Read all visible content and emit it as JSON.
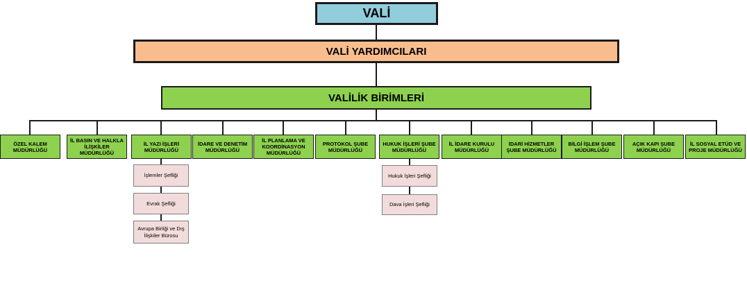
{
  "top": {
    "vali": "VALİ",
    "yardimcilar": "VALİ YARDIMCILARI",
    "birimler": "VALİLİK BİRİMLERİ"
  },
  "units": [
    {
      "label": "ÖZEL KALEM MÜDÜRLÜĞÜ"
    },
    {
      "label": "İL BASIN VE HALKLA İLİŞKİLER MÜDÜRLÜĞÜ"
    },
    {
      "label": "İL YAZI İŞLERİ MÜDÜRLÜĞÜ"
    },
    {
      "label": "İDARE VE DENETİM MÜDÜRLÜĞÜ"
    },
    {
      "label": "İL PLANLAMA VE KOORDİNASYON MÜDÜRLÜĞÜ"
    },
    {
      "label": "PROTOKOL ŞUBE MÜDÜRLÜĞÜ"
    },
    {
      "label": "HUKUK İŞLERİ ŞUBE MÜDÜRLÜĞÜ"
    },
    {
      "label": "İL İDARE KURULU MÜDÜRLÜĞÜ"
    },
    {
      "label": "İDARİ HİZMETLER ŞUBE MÜDÜRLÜĞÜ"
    },
    {
      "label": "BİLGİ İŞLEM ŞUBE MÜDÜRLÜĞÜ"
    },
    {
      "label": "AÇIK KAPI ŞUBE MÜDÜRLÜĞÜ"
    },
    {
      "label": "İL SOSYAL ETÜD VE PROJE MÜDÜRLÜĞÜ"
    }
  ],
  "sub_units": {
    "yazi_isleri": [
      {
        "label": "İşlemler Şefliği"
      },
      {
        "label": "Evrak Şefliği"
      },
      {
        "label": "Avrupa Birliği ve Dış İlişkiler Bürosu"
      }
    ],
    "hukuk_isleri": [
      {
        "label": "Hukuk İşleri Şefliği"
      },
      {
        "label": "Dava İşleri Şefliği"
      }
    ]
  },
  "colors": {
    "vali": "#92cddc",
    "yardimcilar": "#f9bd8d",
    "birimler": "#8ed14f",
    "sub_unit": "#f2dcdb",
    "line": "#1a1a1a"
  }
}
